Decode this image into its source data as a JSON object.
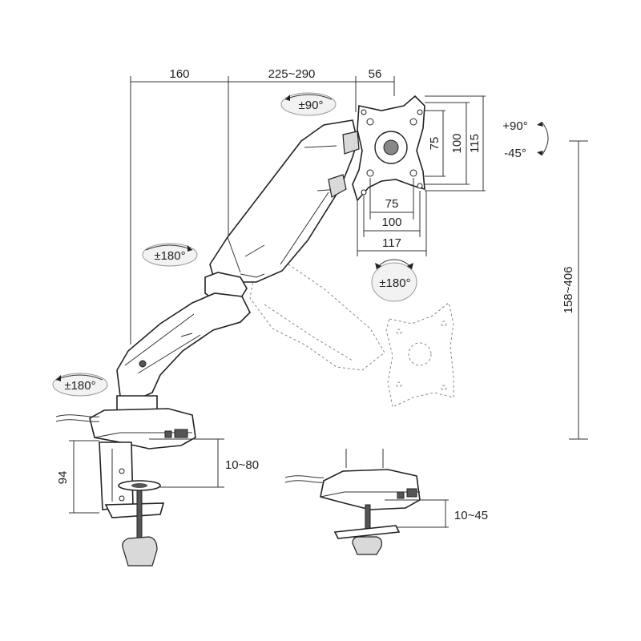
{
  "dimensions": {
    "reach_base": "160",
    "reach_arm": "225~290",
    "plate_offset": "56",
    "vesa_h_75": "75",
    "vesa_h_100": "100",
    "plate_height": "115",
    "vesa_w_75": "75",
    "vesa_w_100": "100",
    "plate_width": "117",
    "height_range": "158~406",
    "clamp_height": "94",
    "clamp_thickness": "10~80",
    "grommet_thickness": "10~45"
  },
  "rotations": {
    "head_swivel": "±90°",
    "tilt_up": "+90°",
    "tilt_down": "-45°",
    "plate_rotation": "±180°",
    "arm_rotation": "±180°",
    "base_rotation": "±180°"
  }
}
